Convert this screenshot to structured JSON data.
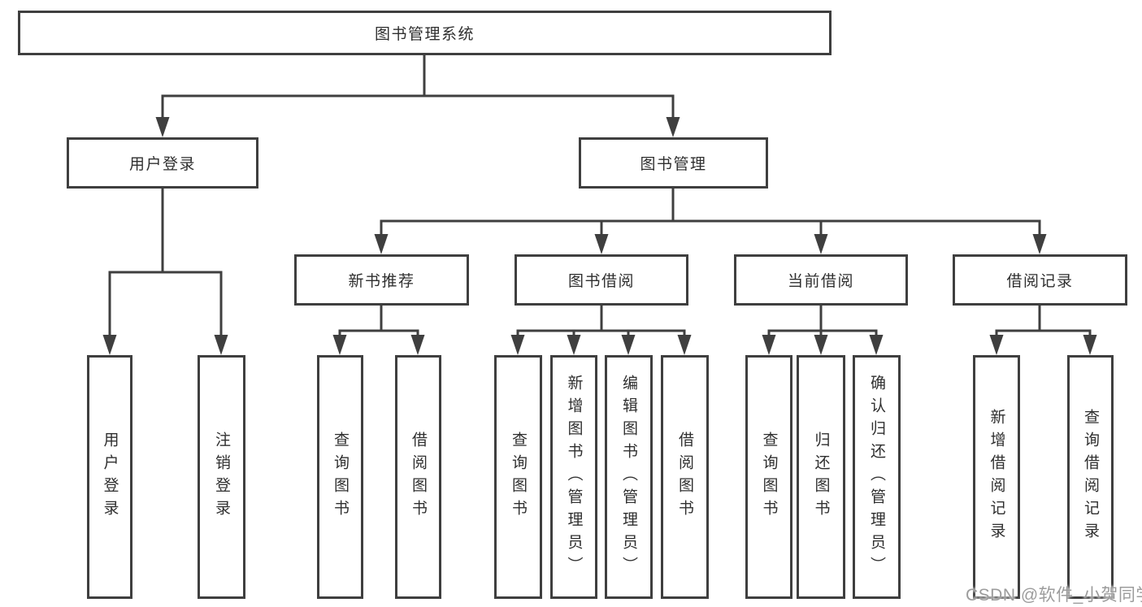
{
  "diagram_title": "图书管理系统",
  "colors": {
    "background": "#ffffff",
    "box_fill": "#ffffff",
    "box_border": "#3f3f3f",
    "line": "#3f3f3f",
    "text": "#2f2f2f",
    "watermark": "#9c9c9c"
  },
  "nodes": {
    "root": {
      "label": "图书管理系统"
    },
    "user_login": {
      "label": "用户登录"
    },
    "book_mgmt": {
      "label": "图书管理"
    },
    "new_book_rec": {
      "label": "新书推荐"
    },
    "book_borrow": {
      "label": "图书借阅"
    },
    "current_borrow": {
      "label": "当前借阅"
    },
    "borrow_record": {
      "label": "借阅记录"
    },
    "leaf_user_login": {
      "label": "用户登录"
    },
    "leaf_logout": {
      "label": "注销登录"
    },
    "leaf_query_book_a": {
      "label": "查询图书"
    },
    "leaf_borrow_book_a": {
      "label": "借阅图书"
    },
    "leaf_query_book_b": {
      "label": "查询图书"
    },
    "leaf_add_book": {
      "label": "新增图书（管理员）"
    },
    "leaf_edit_book": {
      "label": "编辑图书（管理员）"
    },
    "leaf_borrow_book_b": {
      "label": "借阅图书"
    },
    "leaf_query_book_c": {
      "label": "查询图书"
    },
    "leaf_return_book": {
      "label": "归还图书"
    },
    "leaf_confirm_return": {
      "label": "确认归还（管理员）"
    },
    "leaf_add_record": {
      "label": "新增借阅记录"
    },
    "leaf_query_record": {
      "label": "查询借阅记录"
    }
  },
  "watermark": {
    "text": "CSDN @软件_小贺同学"
  }
}
